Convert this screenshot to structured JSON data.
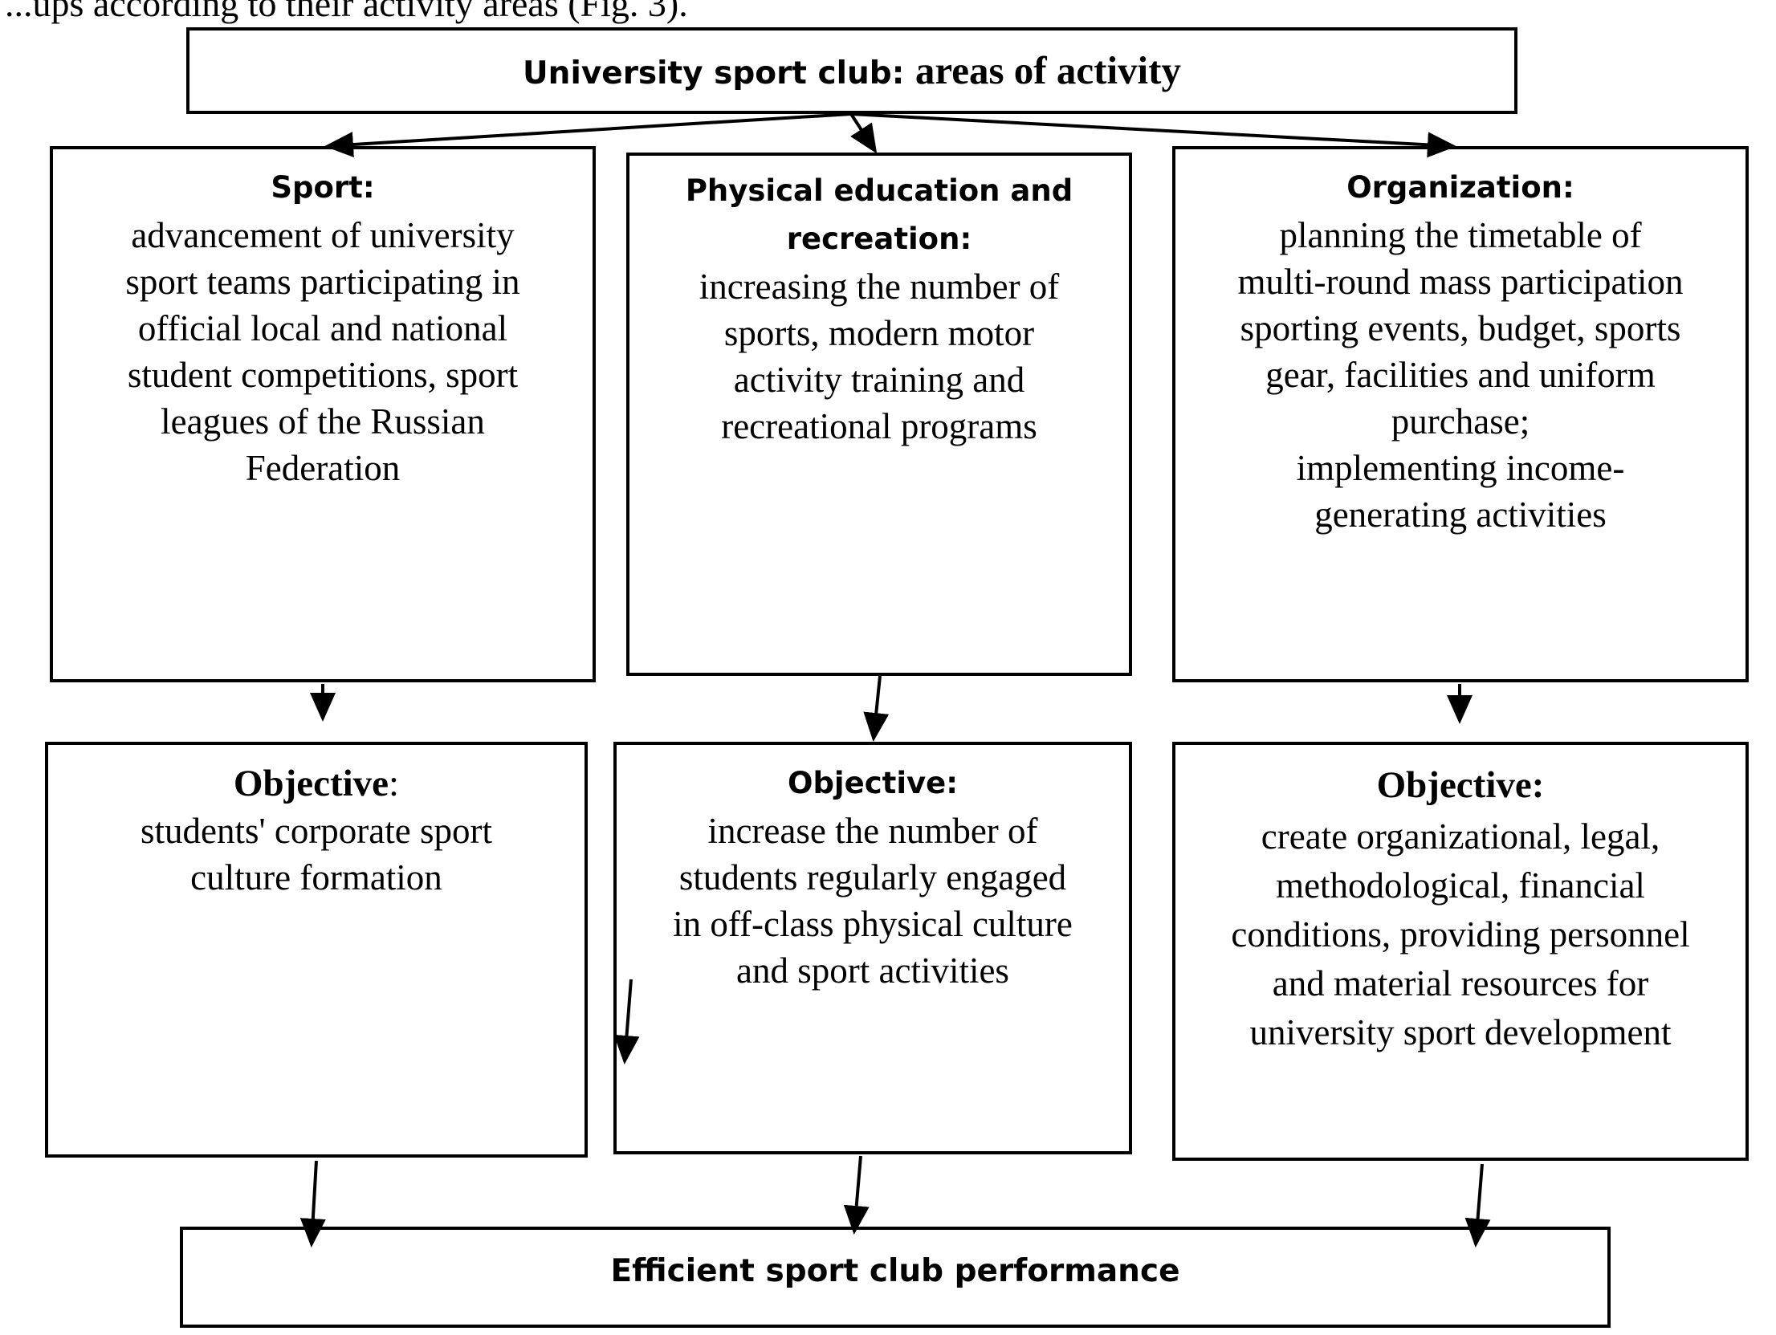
{
  "caption_fragment": "...ups according to their activity areas (Fig. 3).",
  "top_box": {
    "title_sans": "University sport club: areas of activity",
    "title_serif": ""
  },
  "areas": [
    {
      "heading": "Sport:",
      "text": [
        "advancement of university",
        "sport teams participating in",
        "official local and national",
        "student competitions, sport",
        "leagues of the Russian",
        "Federation"
      ]
    },
    {
      "heading": "Physical education and recreation:",
      "text": [
        "increasing the number of",
        "sports, modern motor",
        "activity training and",
        "recreational programs"
      ]
    },
    {
      "heading": "Organization:",
      "text": [
        "planning the timetable of",
        "multi-round mass participation",
        "sporting events, budget, sports",
        "gear, facilities and uniform",
        "purchase;",
        "implementing income-",
        "generating activities"
      ]
    }
  ],
  "objectives": [
    {
      "heading": "Objective",
      "suffix": ":",
      "text": [
        "students' corporate sport",
        "culture formation"
      ]
    },
    {
      "heading": "Objective:",
      "suffix": "",
      "text": [
        "increase the number of",
        "students regularly engaged",
        "in off-class physical culture",
        "and sport activities"
      ]
    },
    {
      "heading": "Objective:",
      "suffix": "",
      "text": [
        "create organizational, legal,",
        "methodological, financial",
        "conditions, providing personnel",
        "and material resources for",
        "university sport development"
      ]
    }
  ],
  "bottom_box": {
    "title": "Efficient sport club performance"
  }
}
